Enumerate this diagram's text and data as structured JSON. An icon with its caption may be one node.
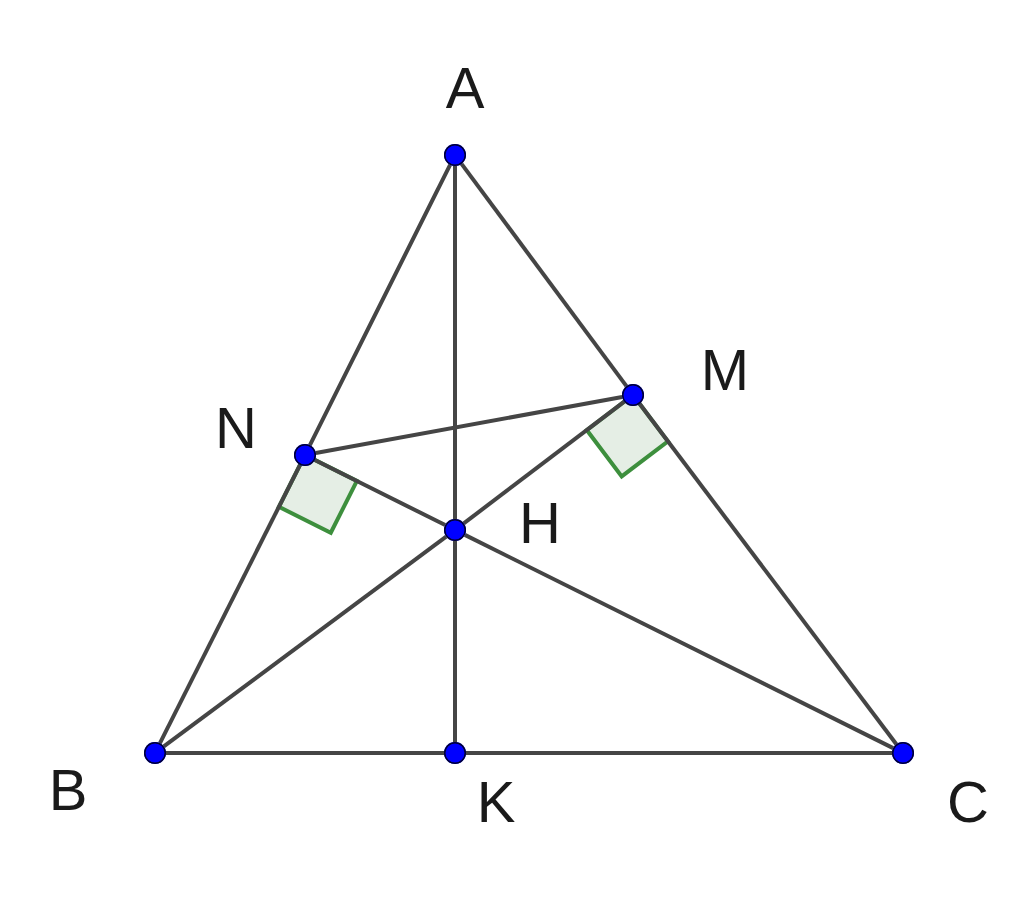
{
  "diagram": {
    "nodes": [
      {
        "text": [],
        "shape": "circle",
        "beside": [
          "A"
        ]
      },
      {
        "text": [],
        "shape": "circle",
        "beside": [
          "M"
        ]
      },
      {
        "text": [],
        "shape": "circle",
        "beside": [
          "N"
        ]
      },
      {
        "text": [],
        "shape": "circle",
        "beside": [
          "H"
        ]
      },
      {
        "text": [],
        "shape": "circle",
        "beside": [
          "B"
        ]
      },
      {
        "text": [],
        "shape": "circle",
        "beside": [
          "K"
        ]
      },
      {
        "text": [],
        "shape": "circle",
        "beside": [
          "C"
        ]
      }
    ],
    "edges": [
      {
        "from": 0,
        "to": 2,
        "arrow": "none"
      },
      {
        "from": 2,
        "to": 4,
        "arrow": "none"
      },
      {
        "from": 0,
        "to": 1,
        "arrow": "none"
      },
      {
        "from": 1,
        "to": 6,
        "arrow": "none"
      },
      {
        "from": 4,
        "to": 5,
        "arrow": "none"
      },
      {
        "from": 5,
        "to": 6,
        "arrow": "none"
      },
      {
        "from": 0,
        "to": 3,
        "arrow": "none"
      },
      {
        "from": 3,
        "to": 5,
        "arrow": "none"
      },
      {
        "from": 4,
        "to": 3,
        "arrow": "none"
      },
      {
        "from": 3,
        "to": 1,
        "arrow": "none"
      },
      {
        "from": 6,
        "to": 3,
        "arrow": "none"
      },
      {
        "from": 3,
        "to": 2,
        "arrow": "none"
      },
      {
        "from": 2,
        "to": 1,
        "arrow": "none"
      }
    ]
  }
}
